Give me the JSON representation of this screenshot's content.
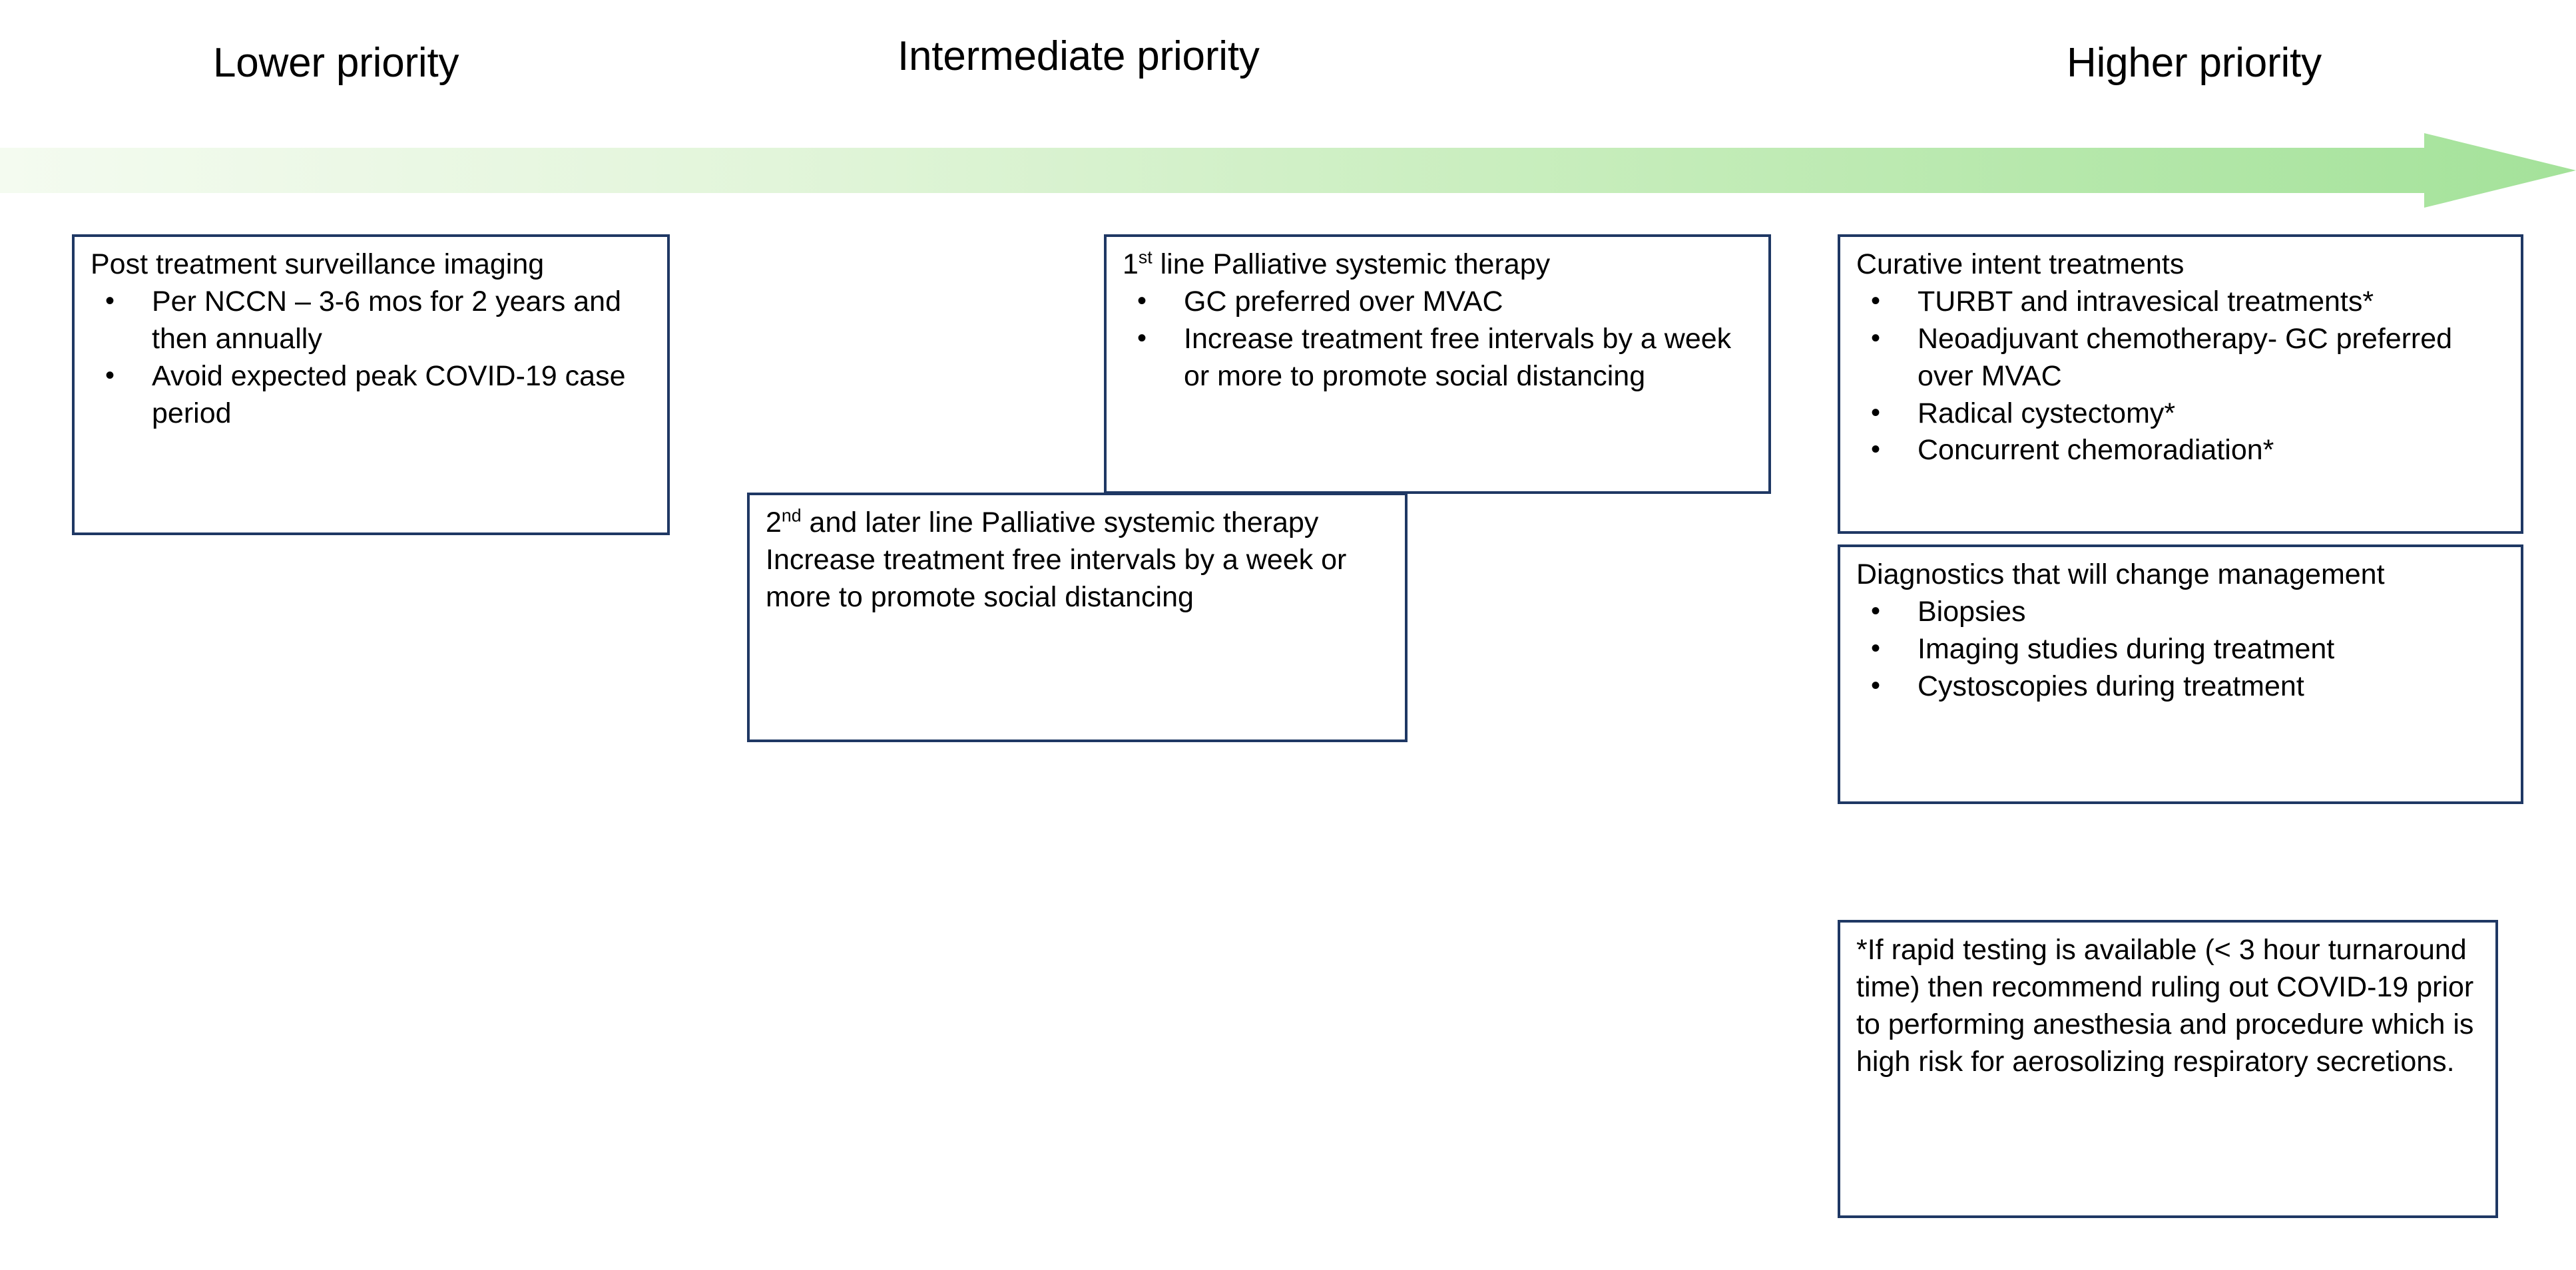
{
  "axis": {
    "lower_label": "Lower priority",
    "intermediate_label": "Intermediate priority",
    "higher_label": "Higher priority",
    "arrow_icon": "right-arrow-gradient",
    "arrow_color_start": "#EDF7E6",
    "arrow_color_end": "#A9E3A0"
  },
  "boxes": {
    "surveillance": {
      "title": "Post treatment surveillance imaging",
      "bullets": [
        "Per NCCN – 3-6 mos for 2 years and then annually",
        "Avoid expected peak COVID-19 case period"
      ]
    },
    "first_line": {
      "title_prefix": "1",
      "title_sup": "st",
      "title_rest": " line Palliative systemic therapy",
      "bullets": [
        "GC preferred over MVAC",
        "Increase treatment free intervals by a week or more to promote social distancing"
      ]
    },
    "second_line": {
      "title_prefix": "2",
      "title_sup": "nd",
      "title_rest": " and later line Palliative systemic therapy",
      "body": "Increase treatment free intervals by a week or more to promote social distancing"
    },
    "curative": {
      "title": "Curative intent treatments",
      "bullets": [
        "TURBT and intravesical treatments*",
        "Neoadjuvant chemotherapy- GC preferred over MVAC",
        "Radical cystectomy*",
        "Concurrent chemoradiation*"
      ]
    },
    "diagnostics": {
      "title": "Diagnostics that will change management",
      "bullets": [
        "Biopsies",
        "Imaging studies during treatment",
        "Cystoscopies during treatment"
      ]
    },
    "footnote": {
      "text": "*If rapid testing is available (< 3 hour turnaround time) then recommend ruling out COVID-19 prior to performing anesthesia and procedure which is high risk for aerosolizing respiratory secretions."
    }
  },
  "colors": {
    "box_border": "#1F3864",
    "text": "#000000",
    "background": "#FFFFFF"
  }
}
